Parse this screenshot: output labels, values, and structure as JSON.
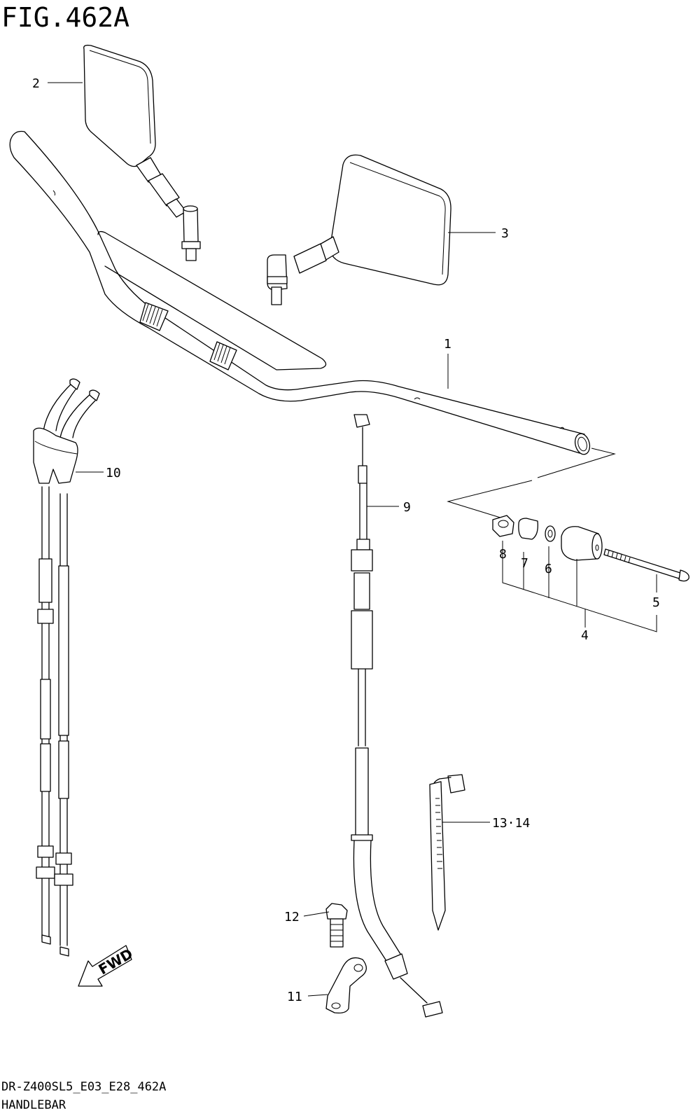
{
  "figure": {
    "title": "FIG.462A",
    "model_code": "DR-Z400SL5_E03_E28_462A",
    "section_name": "HANDLEBAR"
  },
  "callouts": [
    {
      "id": "1",
      "text": "1"
    },
    {
      "id": "2",
      "text": "2"
    },
    {
      "id": "3",
      "text": "3"
    },
    {
      "id": "4",
      "text": "4"
    },
    {
      "id": "5",
      "text": "5"
    },
    {
      "id": "6",
      "text": "6"
    },
    {
      "id": "7",
      "text": "7"
    },
    {
      "id": "8",
      "text": "8"
    },
    {
      "id": "9",
      "text": "9"
    },
    {
      "id": "10",
      "text": "10"
    },
    {
      "id": "11",
      "text": "11"
    },
    {
      "id": "12",
      "text": "12"
    },
    {
      "id": "13_14",
      "text": "13·14"
    }
  ],
  "direction_arrow": {
    "text": "FWD",
    "icon": "fwd-arrow-icon"
  }
}
